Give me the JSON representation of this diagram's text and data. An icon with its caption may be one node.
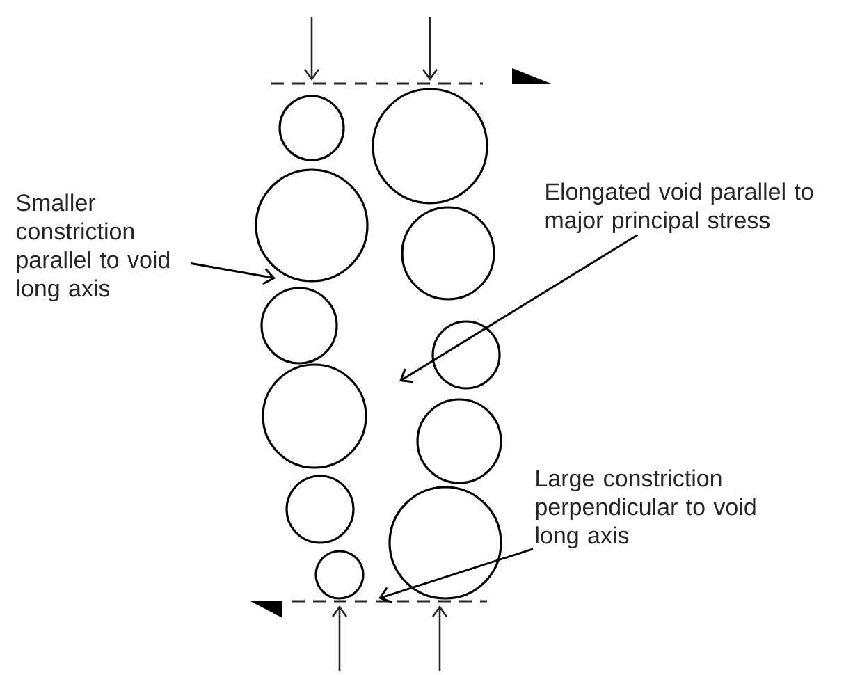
{
  "diagram": {
    "nodes": [
      {
        "text": [
          "Smaller constriction parallel to void long axis"
        ]
      },
      {
        "text": [
          "Elongated void parallel to major principal stress"
        ]
      },
      {
        "text": [
          "Large constriction perpendicular to void long axis"
        ]
      }
    ],
    "edges": [
      {
        "from": 0,
        "to": null,
        "arrow": "to"
      },
      {
        "from": 1,
        "to": null,
        "arrow": "to"
      },
      {
        "from": 2,
        "to": null,
        "arrow": "to"
      }
    ]
  }
}
